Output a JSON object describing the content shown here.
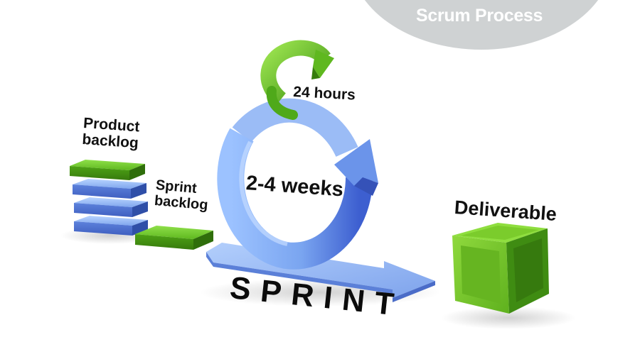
{
  "header": {
    "title": "Scrum Process"
  },
  "labels": {
    "product_backlog": [
      "Product",
      "backlog"
    ],
    "sprint_backlog": [
      "Sprint",
      "backlog"
    ],
    "daily_cycle": "24 hours",
    "sprint_cycle": "2-4 weeks",
    "deliverable": "Deliverable",
    "sprint": "SPRINT"
  },
  "colors": {
    "green": "#6cc524",
    "green_dark": "#3f8c12",
    "blue": "#8ab4f2",
    "blue_dark": "#4f76d6",
    "header_gray": "#cfd2d3",
    "text": "#111111"
  },
  "icons": {
    "daily_loop": "green-circular-arrow-icon",
    "sprint_loop": "blue-circular-arrow-icon",
    "deliverable": "green-crate-icon"
  }
}
